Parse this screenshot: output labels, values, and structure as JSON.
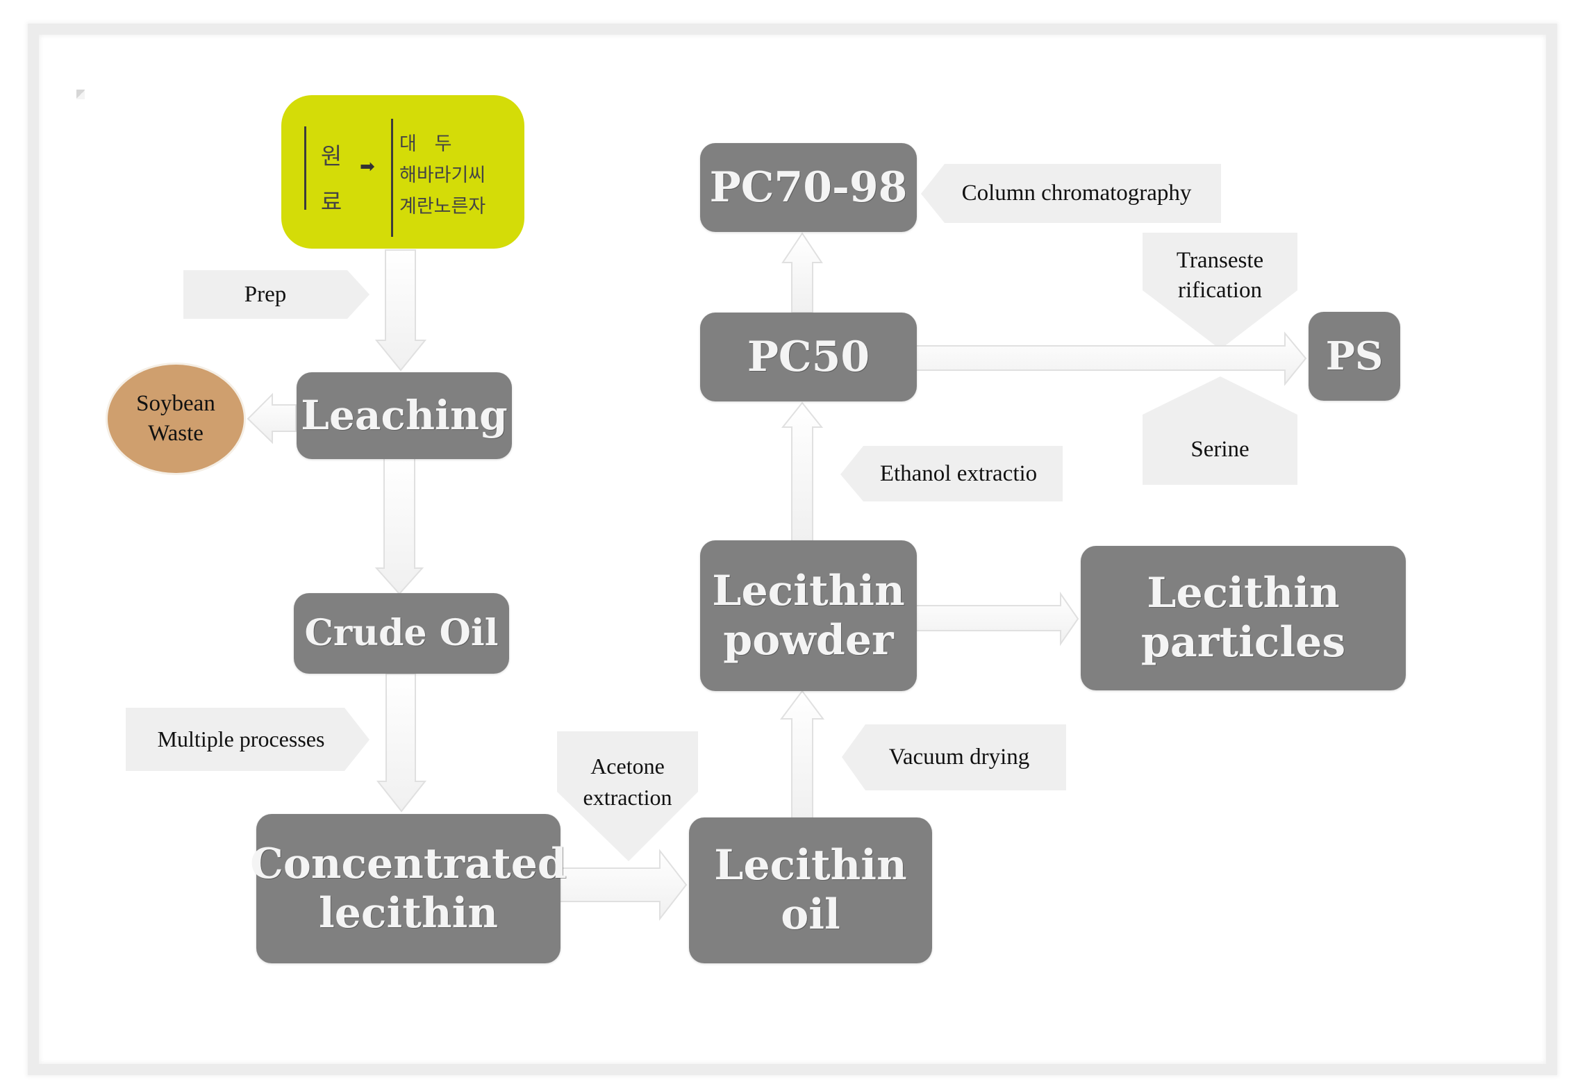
{
  "diagram": {
    "raw_materials": {
      "label": "원\n료",
      "arrow": "➡",
      "items": [
        "대   두",
        "해바라기씨",
        "계란노른자"
      ]
    },
    "nodes": {
      "leaching": "Leaching",
      "soybean_waste": "Soybean\nWaste",
      "crude_oil": "Crude Oil",
      "concentrated_lecithin": "Concentrated\nlecithin",
      "lecithin_oil": "Lecithin\noil",
      "lecithin_powder": "Lecithin\npowder",
      "lecithin_particles": "Lecithin\nparticles",
      "pc50": "PC50",
      "pc70_98": "PC70-98",
      "ps": "PS"
    },
    "process_labels": {
      "prep": "Prep",
      "multiple_processes": "Multiple processes",
      "acetone_extraction": "Acetone\nextraction",
      "vacuum_drying": "Vacuum drying",
      "ethanol_extraction": "Ethanol extractio",
      "column_chromatography": "Column chromatography",
      "transesterification": "Transeste\nrification",
      "serine": "Serine"
    },
    "colors": {
      "node_fill": "#808080",
      "raw_material_fill": "#d4dc08",
      "waste_fill": "#cf9f6e",
      "label_fill": "#efefef",
      "arrow_fill": "#ffffff",
      "arrow_stroke": "#e2e2e2"
    }
  }
}
